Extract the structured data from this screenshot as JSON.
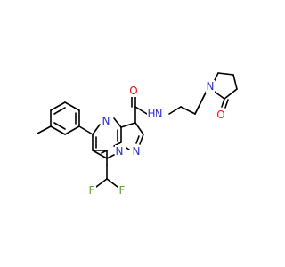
{
  "colors": {
    "bond": "#000000",
    "carbon": "#000000",
    "nitrogen": "#2F2FCF",
    "oxygen": "#E8141B",
    "fluorine": "#62A02F",
    "background": "#FFFFFF"
  },
  "atoms": {
    "o_amide": {
      "label": "O",
      "element": "oxygen"
    },
    "n_amide": {
      "label": "N",
      "element": "nitrogen"
    },
    "h_amide": {
      "label": "H",
      "element": "nitrogen"
    },
    "n_ring4": {
      "label": "N",
      "element": "nitrogen"
    },
    "n_pyrrol": {
      "label": "N",
      "element": "nitrogen"
    },
    "o_lactam": {
      "label": "O",
      "element": "oxygen"
    },
    "n_bridge": {
      "label": "N",
      "element": "nitrogen"
    },
    "n_pyrazole": {
      "label": "N",
      "element": "nitrogen"
    },
    "f_left": {
      "label": "F",
      "element": "fluorine"
    },
    "f_right": {
      "label": "F",
      "element": "fluorine"
    }
  }
}
